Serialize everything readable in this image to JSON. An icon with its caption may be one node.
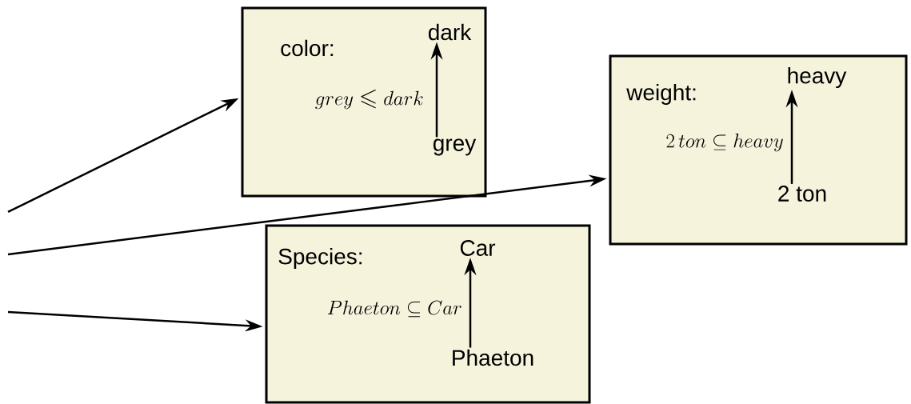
{
  "diagram": {
    "nodes": [
      {
        "text": [
          "color:",
          "grey\\leqslant dark"
        ]
      },
      {
        "text": [
          "dark"
        ],
        "in": 0
      },
      {
        "text": [
          "grey"
        ],
        "in": 0
      },
      {
        "text": [
          "weight:",
          "2\\,ton\\subseteq heavy"
        ]
      },
      {
        "text": [
          "heavy"
        ],
        "in": 3
      },
      {
        "text": [
          "2 ton"
        ],
        "in": 3
      },
      {
        "text": [
          "Species:",
          "Phaeton\\subseteq Car"
        ]
      },
      {
        "text": [
          "Car"
        ],
        "in": 6
      },
      {
        "text": [
          "Phaeton"
        ],
        "in": 6
      }
    ],
    "edges": [
      {
        "from": 2,
        "to": 1,
        "arrow": "to"
      },
      {
        "from": 5,
        "to": 4,
        "arrow": "to"
      },
      {
        "from": 8,
        "to": 7,
        "arrow": "to"
      },
      {
        "from": null,
        "to": 0,
        "arrow": "to"
      },
      {
        "from": null,
        "to": 3,
        "arrow": "to"
      },
      {
        "from": null,
        "to": 6,
        "arrow": "to"
      }
    ]
  }
}
